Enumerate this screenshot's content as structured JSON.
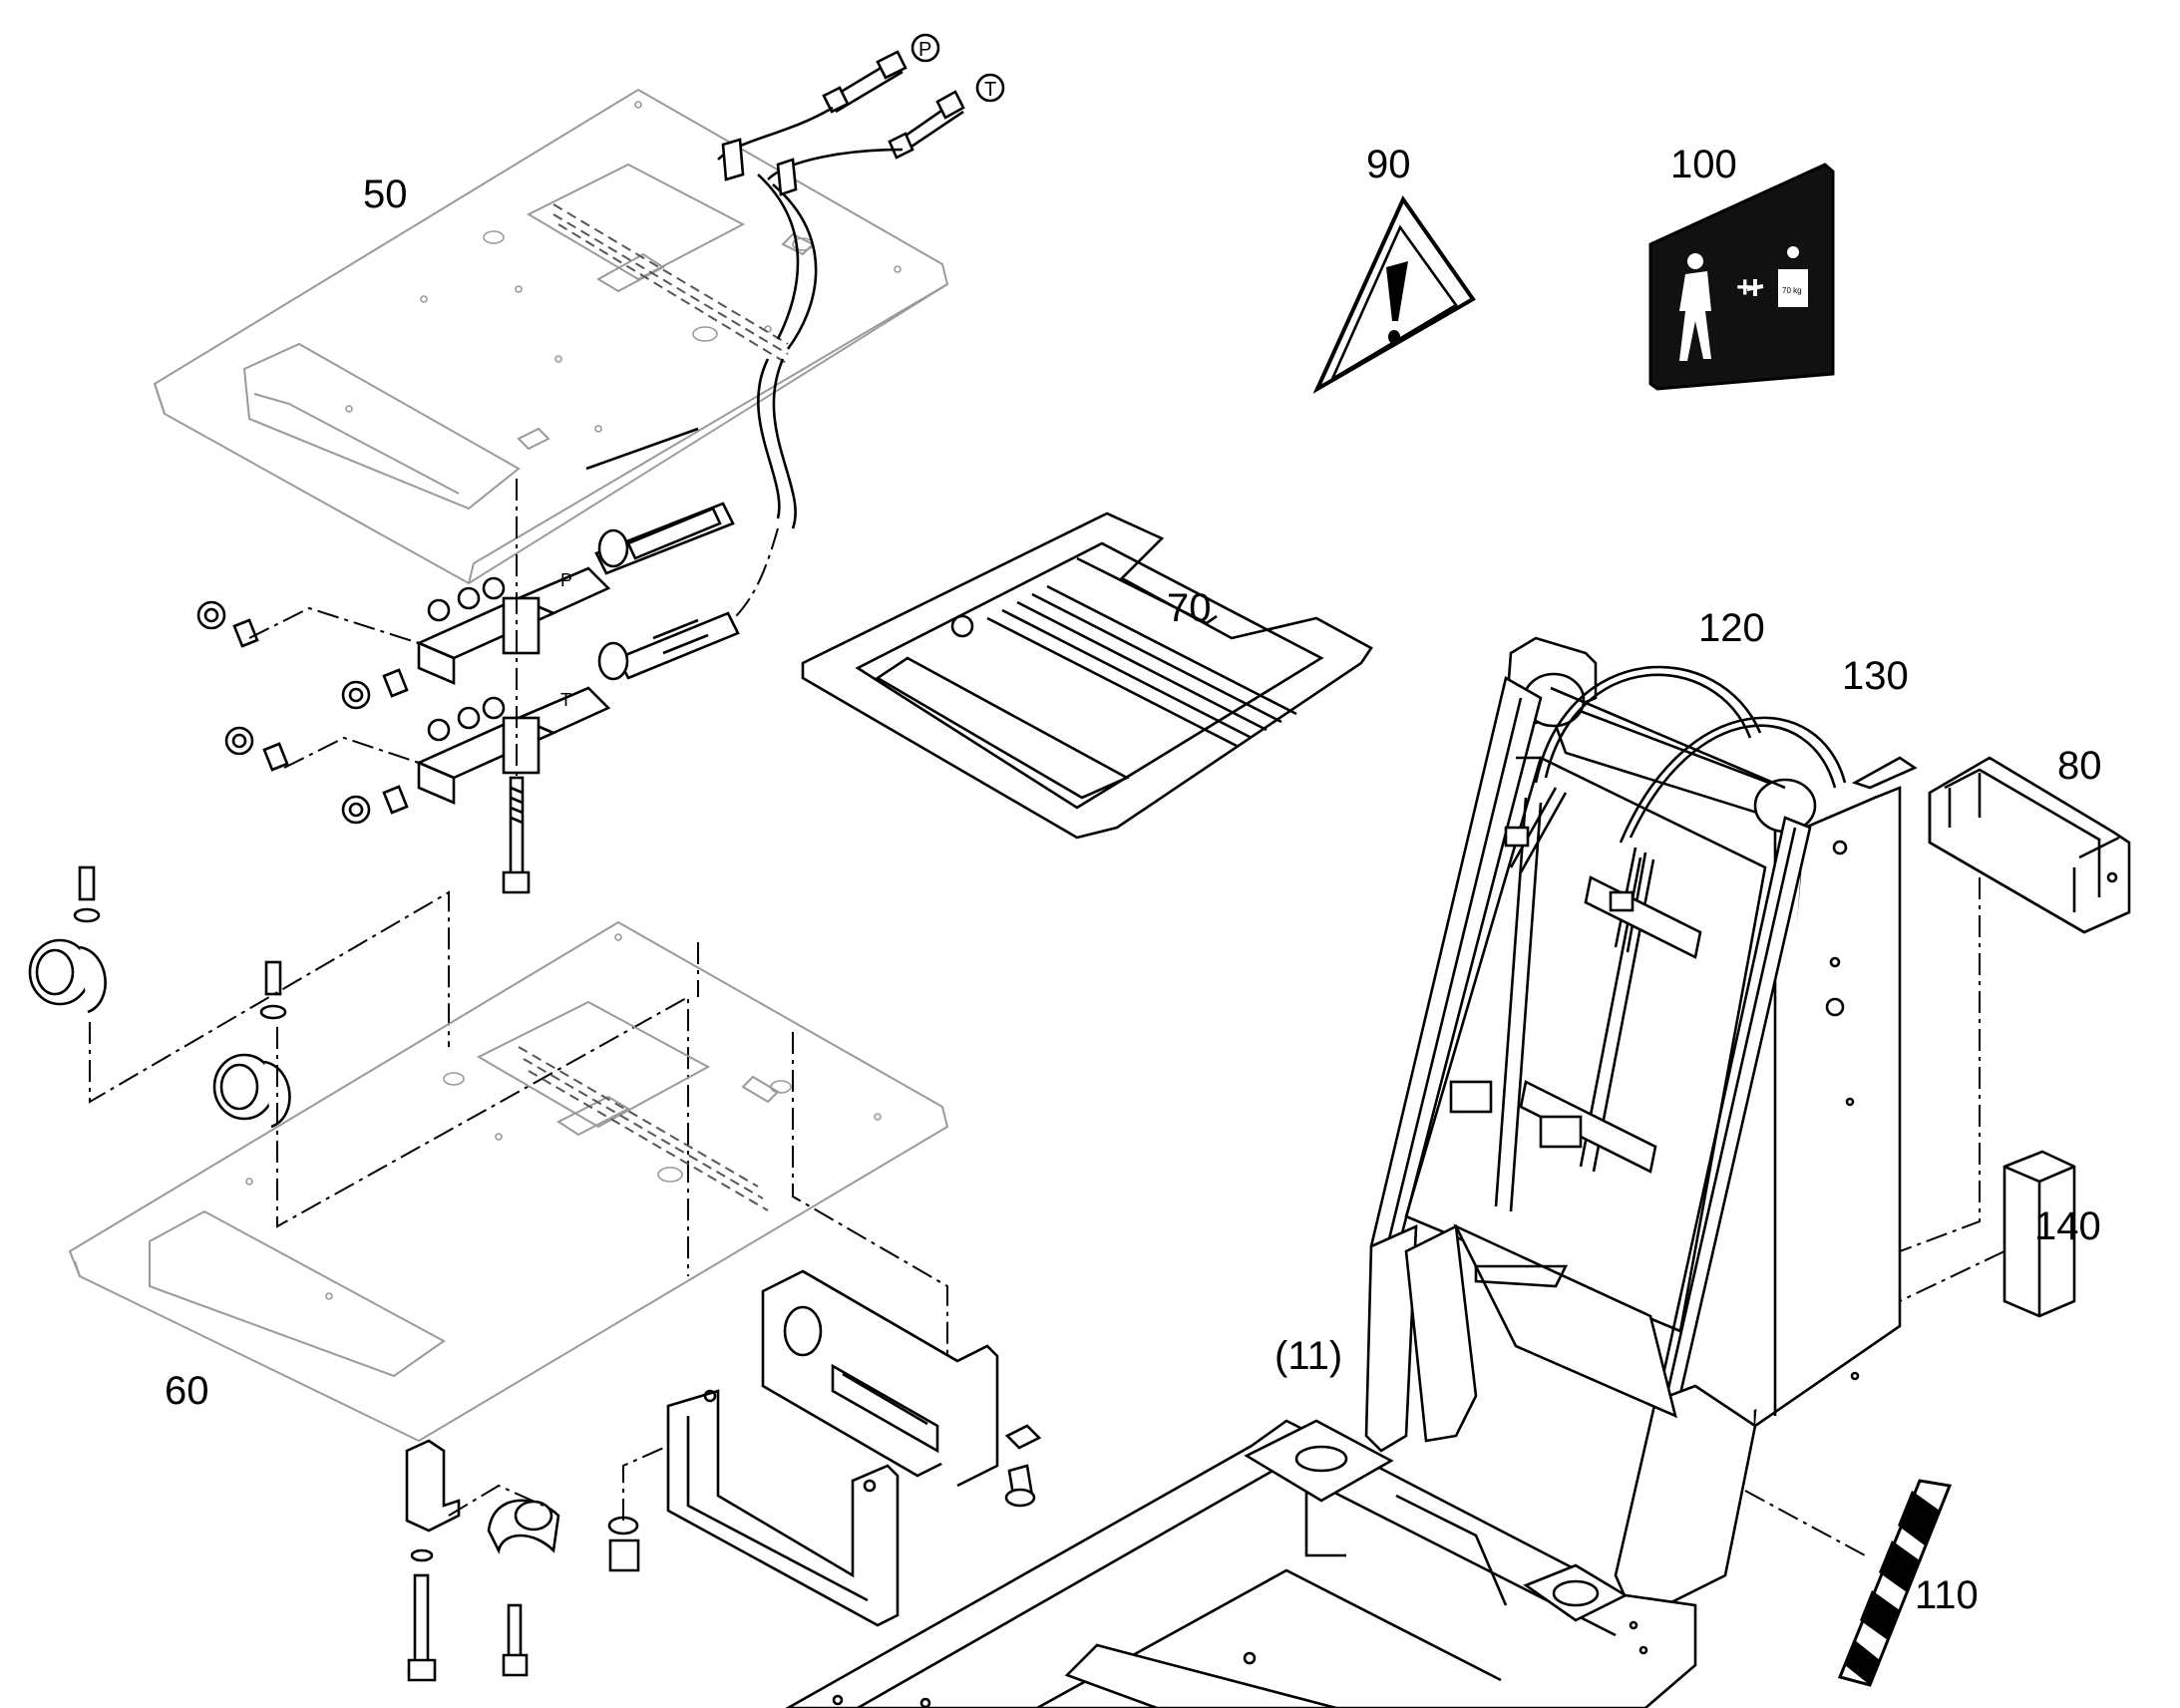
{
  "callouts": {
    "c50": "50",
    "c60": "60",
    "c70": "70",
    "c80": "80",
    "c90": "90",
    "c100": "100",
    "c110": "110",
    "c120": "120",
    "c130": "130",
    "c140": "140",
    "c11": "(11)"
  },
  "port_marks": {
    "p_top": "P",
    "t_top": "T",
    "p_block": "P",
    "t_block": "T"
  },
  "sign_100": {
    "weight_label": "70 kg",
    "plus": "+"
  },
  "colors": {
    "line": "#000000",
    "thin_part": "#9a9a9a",
    "sign_background": "#111111",
    "background": "#ffffff"
  },
  "icons": [
    "warning-triangle-icon",
    "person-plus-weight-icon"
  ]
}
